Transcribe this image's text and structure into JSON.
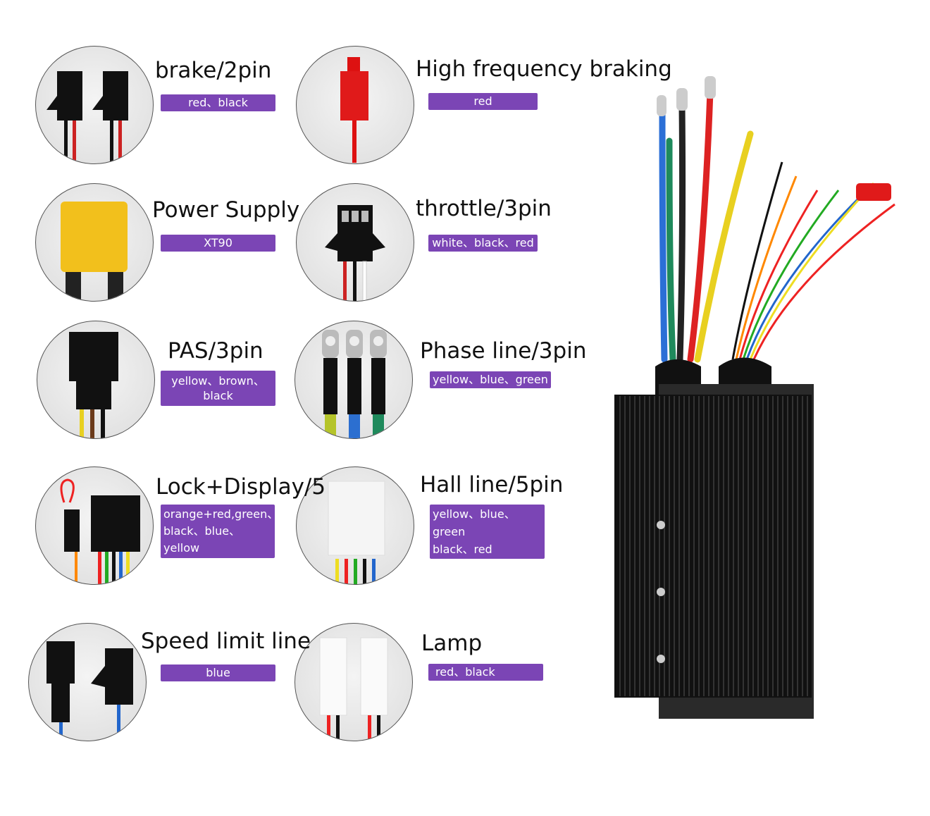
{
  "connectors": [
    {
      "title": "brake/2pin",
      "colors": "red、black",
      "icon": "black-2pin-connector-pair"
    },
    {
      "title": "High frequency braking",
      "colors": "red",
      "icon": "red-connector"
    },
    {
      "title": "Power Supply",
      "colors": "XT90",
      "icon": "yellow-xt90-connector"
    },
    {
      "title": "throttle/3pin",
      "colors": "white、black、red",
      "icon": "black-3pin-connector"
    },
    {
      "title": "PAS/3pin",
      "colors": [
        "yellow、brown、",
        "black"
      ],
      "icon": "black-3pin-connector"
    },
    {
      "title": "Phase line/3pin",
      "colors": "yellow、blue、green",
      "icon": "ring-terminals"
    },
    {
      "title": "Lock+Display/5",
      "colors": [
        "orange+red,green、",
        "black、blue、yellow"
      ],
      "icon": "display-connector"
    },
    {
      "title": "Hall line/5pin",
      "colors": [
        "yellow、blue、green",
        "black、red"
      ],
      "icon": "white-5pin-connector"
    },
    {
      "title": "Speed limit line",
      "colors": "blue",
      "icon": "black-connector-pair"
    },
    {
      "title": "Lamp",
      "colors": "red、black",
      "icon": "white-connector-pair"
    }
  ],
  "colors": {
    "badge": "#7b45b5",
    "controller": "#111111"
  },
  "product": {
    "icon": "ebike-controller"
  }
}
